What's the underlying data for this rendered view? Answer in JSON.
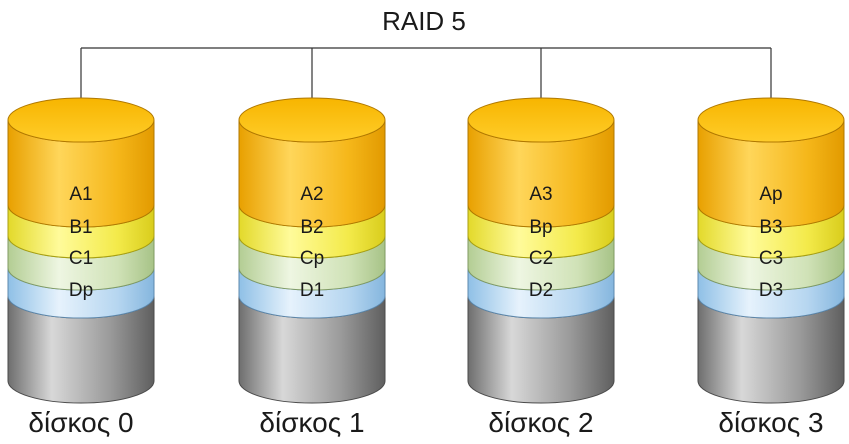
{
  "diagram": {
    "title": "RAID 5",
    "disks": [
      {
        "label": "δίσκος 0",
        "blocks": [
          "A1",
          "B1",
          "C1",
          "Dp"
        ]
      },
      {
        "label": "δίσκος 1",
        "blocks": [
          "A2",
          "B2",
          "Cp",
          "D1"
        ]
      },
      {
        "label": "δίσκος 2",
        "blocks": [
          "A3",
          "Bp",
          "C2",
          "D2"
        ]
      },
      {
        "label": "δίσκος 3",
        "blocks": [
          "Ap",
          "B3",
          "C3",
          "D3"
        ]
      }
    ],
    "stripe_colors": {
      "A": "#f9c31a",
      "B": "#f7ef47",
      "C": "#cfe2b4",
      "D": "#b7d8f2",
      "base": "#8a8a8a"
    }
  }
}
